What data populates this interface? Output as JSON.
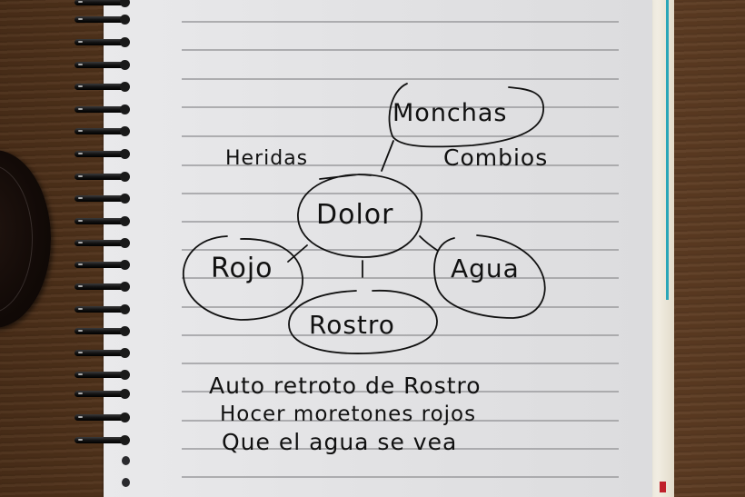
{
  "scene": {
    "description": "Spiral notebook page with handwritten Spanish mind map",
    "paper_color": "#e4e4e6",
    "ink_color": "#111111",
    "rule_color": "#9a9a9c",
    "desk_color": "#5e3d22",
    "teal_edge_color": "#2aa6b8",
    "red_tab_color": "#c0202a"
  },
  "mind_map": {
    "center": {
      "label": "Dolor"
    },
    "top_node": {
      "label": "Monchas"
    },
    "side_labels": [
      {
        "label": "Heridas"
      },
      {
        "label": "Combios"
      }
    ],
    "children": [
      {
        "label": "Rojo"
      },
      {
        "label": "Rostro"
      },
      {
        "label": "Agua"
      }
    ]
  },
  "notes": [
    {
      "text": "Auto retroto de Rostro"
    },
    {
      "text": "Hocer moretones rojos"
    },
    {
      "text": "Que el agua se vea"
    }
  ]
}
